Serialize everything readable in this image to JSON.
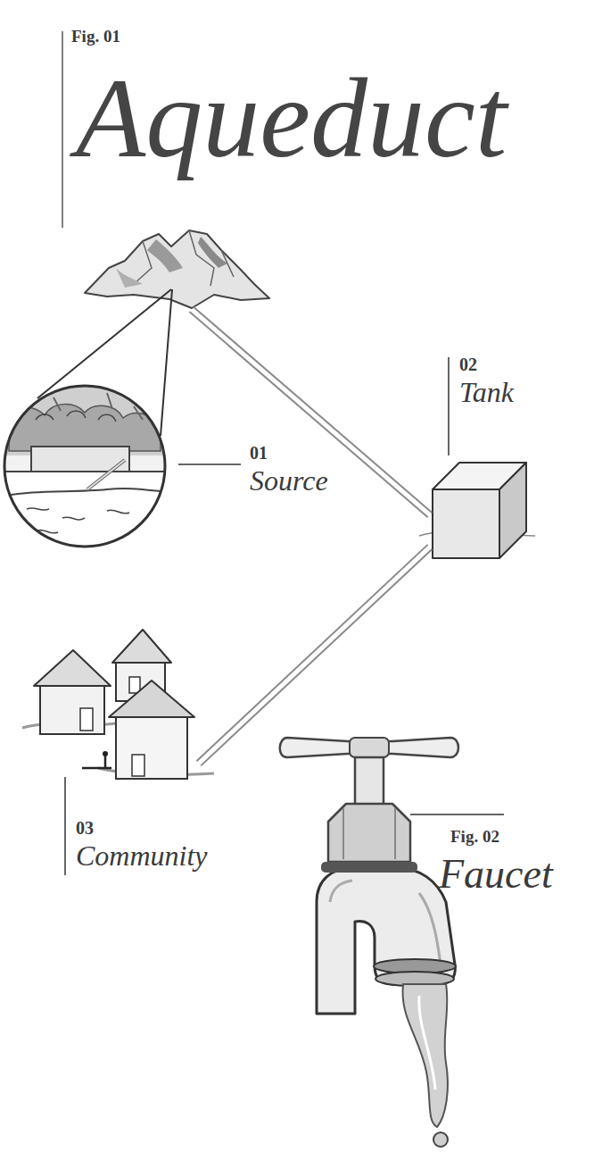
{
  "diagram": {
    "title": "Aqueduct",
    "nodes": [
      {
        "text": [
          "01",
          "Source"
        ]
      },
      {
        "text": [
          "02",
          "Tank"
        ]
      },
      {
        "text": [
          "03",
          "Community"
        ]
      }
    ],
    "edges": [
      {
        "from": 0,
        "to": 1,
        "arrow": "none"
      },
      {
        "from": 1,
        "to": 2,
        "arrow": "none"
      }
    ],
    "labels": [
      "Fig. 01",
      "Fig. 02",
      "Faucet"
    ]
  }
}
